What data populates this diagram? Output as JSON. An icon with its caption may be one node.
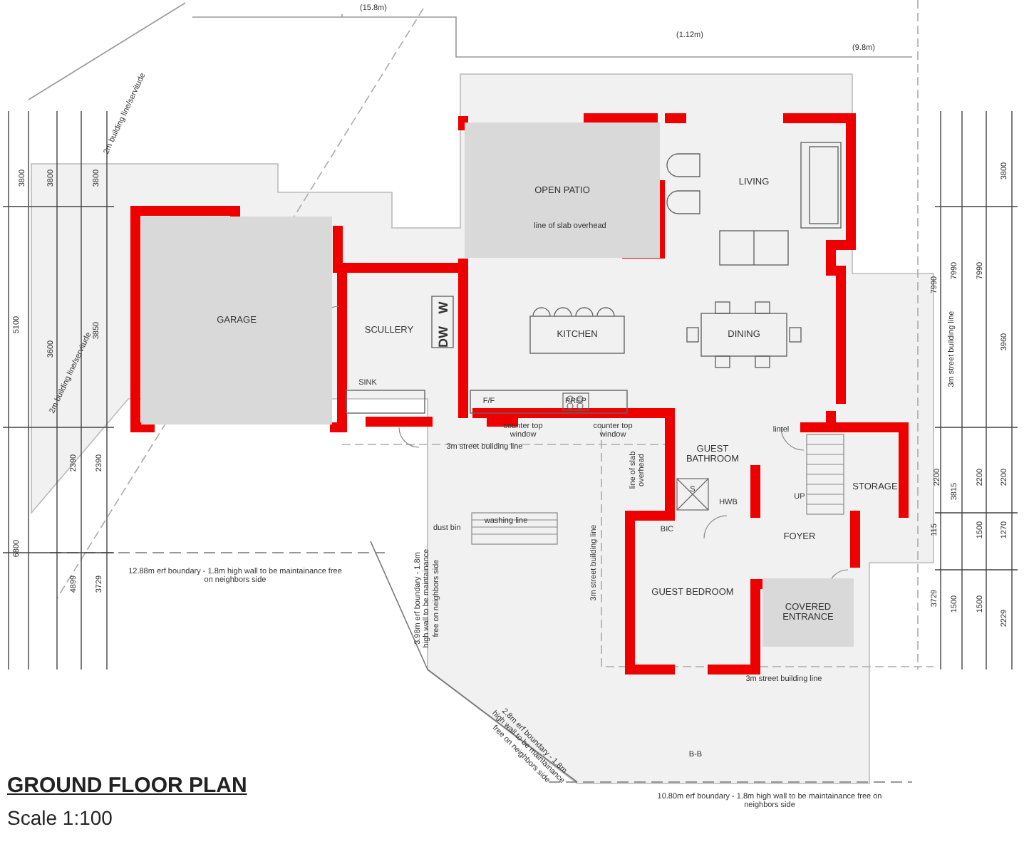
{
  "diagram": {
    "title": "GROUND FLOOR PLAN",
    "caption": "Scale 1:100",
    "nodes": [
      {
        "text": [
          "OPEN PATIO"
        ]
      },
      {
        "text": [
          "LIVING"
        ]
      },
      {
        "text": [
          "GARAGE"
        ]
      },
      {
        "text": [
          "SCULLERY"
        ]
      },
      {
        "text": [
          "KITCHEN"
        ]
      },
      {
        "text": [
          "DINING"
        ]
      },
      {
        "text": [
          "GUEST BATHROOM"
        ]
      },
      {
        "text": [
          "STORAGE"
        ]
      },
      {
        "text": [
          "FOYER"
        ]
      },
      {
        "text": [
          "GUEST BEDROOM"
        ]
      },
      {
        "text": [
          "COVERED ENTRANCE"
        ]
      }
    ],
    "labels": [
      "(15.8m)",
      "(1.12m)",
      "(9.8m)",
      "2m building line/servitude",
      "2m building line/servitude",
      "line of slab overhead",
      "SINK",
      "DW",
      "W",
      "F/F",
      "PREP",
      "counter top window",
      "counter top window",
      "3m street building line",
      "line of slab overhead",
      "lintel",
      "S",
      "HWB",
      "UP",
      "BIC",
      "3m street building line",
      "dust bin",
      "washing line",
      "12.88m erf boundary - 1.8m high wall to be maintainance free on neighbors side",
      "3.98m erf boundary - 1.8m high wall to be maintainance free on neighbors side",
      "2.8m erf boundary - 1.8m high wall to be maintainance free on neighbors side",
      "3m street building line",
      "B-B",
      "10.80m erf boundary - 1.8m high wall to be maintainance free on neighbors side",
      "3m street building line",
      "3800",
      "3800",
      "3800",
      "5100",
      "3600",
      "3850",
      "2390",
      "2390",
      "6800",
      "4899",
      "3729",
      "3800",
      "7990",
      "7990",
      "7990",
      "3960",
      "2200",
      "3815",
      "2200",
      "2200",
      "115",
      "1500",
      "1270",
      "3729",
      "1500",
      "1500",
      "2229"
    ]
  }
}
